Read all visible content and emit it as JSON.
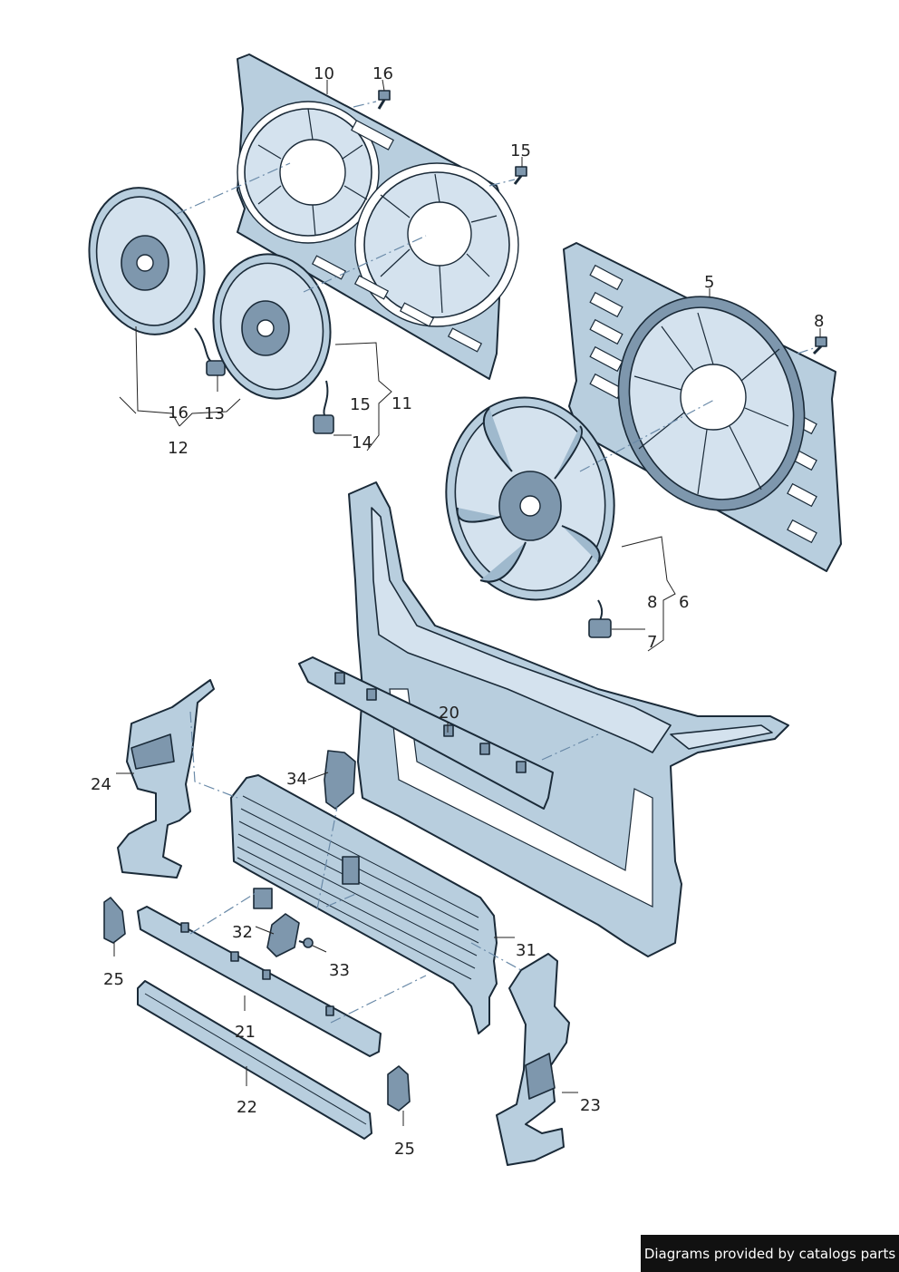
{
  "callouts": {
    "c5": "5",
    "c6": "6",
    "c7": "7",
    "c8a": "8",
    "c8b": "8",
    "c10": "10",
    "c11": "11",
    "c12": "12",
    "c13": "13",
    "c14": "14",
    "c15a": "15",
    "c15b": "15",
    "c16a": "16",
    "c16b": "16",
    "c20": "20",
    "c21": "21",
    "c22": "22",
    "c23": "23",
    "c24": "24",
    "c25a": "25",
    "c25b": "25",
    "c31": "31",
    "c32": "32",
    "c33": "33",
    "c34": "34"
  },
  "footer": {
    "text": "Diagrams provided by catalogs parts"
  },
  "colors": {
    "part": "#b8cede",
    "outline": "#1a2a38",
    "footer_bg": "#111111"
  }
}
